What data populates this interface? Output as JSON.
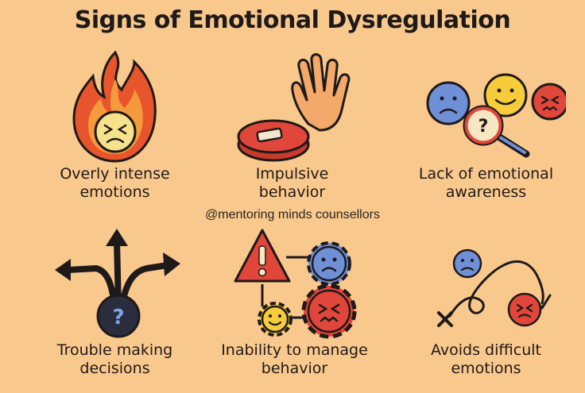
{
  "title": "Signs of Emotional Dysregulation",
  "watermark": "@mentoring minds counsellors",
  "items": [
    {
      "line1": "Overly intense",
      "line2": "emotions",
      "icon": "fire-face-icon"
    },
    {
      "line1": "Impulsive",
      "line2": "behavior",
      "icon": "hand-button-icon"
    },
    {
      "line1": "Lack of emotional",
      "line2": "awareness",
      "icon": "faces-magnifier-icon"
    },
    {
      "line1": "Trouble making",
      "line2": "decisions",
      "icon": "question-arrows-icon"
    },
    {
      "line1": "Inability to manage",
      "line2": "behavior",
      "icon": "warning-gears-icon"
    },
    {
      "line1": "Avoids difficult",
      "line2": "emotions",
      "icon": "winding-path-icon"
    }
  ],
  "colors": {
    "background": "#f9c88c",
    "red": "#e0463a",
    "blue": "#6f8fd6",
    "yellow": "#f7cc3a",
    "dark": "#1e1a1a"
  }
}
